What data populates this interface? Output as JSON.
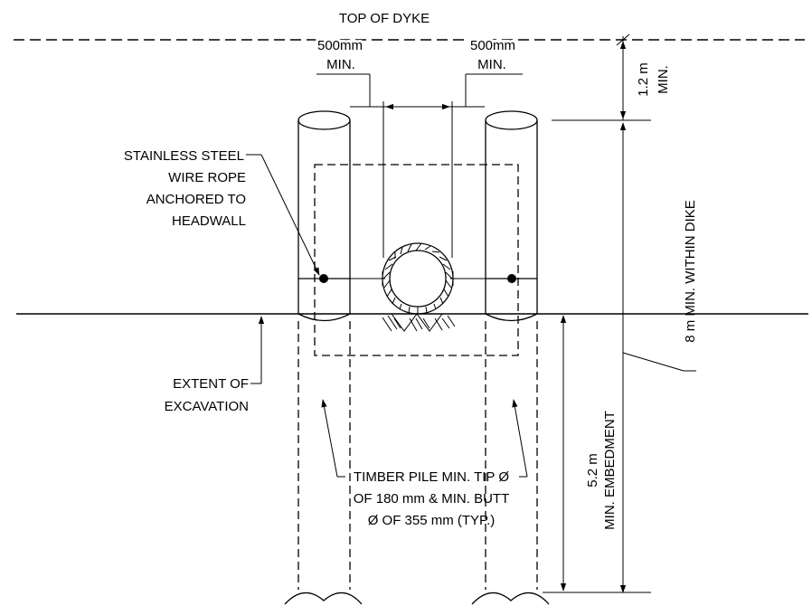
{
  "labels": {
    "top_of_dyke": "TOP OF DYKE",
    "clearance_left_1": "500mm",
    "clearance_left_2": "MIN.",
    "clearance_right_1": "500mm",
    "clearance_right_2": "MIN.",
    "cover_1": "1.2 m",
    "cover_2": "MIN.",
    "wire_rope": [
      "STAINLESS STEEL",
      "WIRE ROPE",
      "ANCHORED TO",
      "HEADWALL"
    ],
    "excavation": [
      "EXTENT OF",
      "EXCAVATION"
    ],
    "timber_pile": [
      "TIMBER PILE MIN. TIP Ø",
      "OF 180 mm & MIN. BUTT",
      "Ø OF 355 mm (TYP.)"
    ],
    "embedment_1": "5.2 m",
    "embedment_2": "MIN. EMBEDMENT",
    "within_dike": "8 m MIN. WITHIN DIKE"
  }
}
